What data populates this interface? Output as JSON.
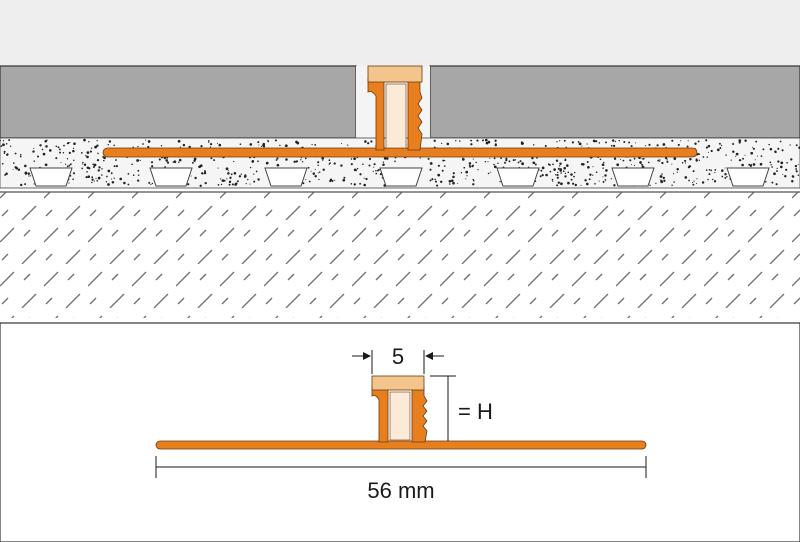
{
  "colors": {
    "background": "#ffffff",
    "wall": "#eeeeee",
    "tile": "#a7a7a7",
    "profile": "#e87f1f",
    "profile_light": "#f3c58c",
    "profile_outline": "#6b3a10",
    "bed_speckle": "#222222",
    "substrate": "#f0f0f0",
    "hatch": "#6f6f6f",
    "panel_border": "#333333"
  },
  "labels": {
    "joint_width": "5",
    "height": "= H",
    "width": "56 mm"
  }
}
